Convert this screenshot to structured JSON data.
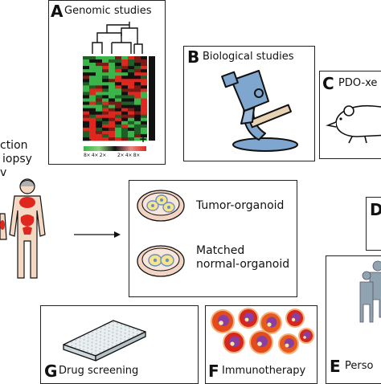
{
  "panels": {
    "A": {
      "letter": "A",
      "label": "Genomic studies",
      "scale_left": "8×  4×  2×",
      "scale_right": "2×  4×  8×",
      "minus": "−",
      "plus": "+"
    },
    "B": {
      "letter": "B",
      "label": "Biological studies"
    },
    "C": {
      "letter": "C",
      "label": "PDO-xe"
    },
    "D": {
      "letter": "D"
    },
    "E": {
      "letter": "E",
      "label": "Perso"
    },
    "F": {
      "letter": "F",
      "label": "Immunotherapy"
    },
    "G": {
      "letter": "G",
      "label": "Drug screening"
    }
  },
  "left": {
    "line1": "ction",
    "line2": "iopsy",
    "line3": "v"
  },
  "center": {
    "tumor": "Tumor-organoid",
    "normal_line1": "Matched",
    "normal_line2": "normal-organoid"
  },
  "colors": {
    "heat_red": "#e0271f",
    "heat_green": "#39b54a",
    "microscope_blue": "#7ea6cf",
    "tumor_red": "#d7261e"
  }
}
